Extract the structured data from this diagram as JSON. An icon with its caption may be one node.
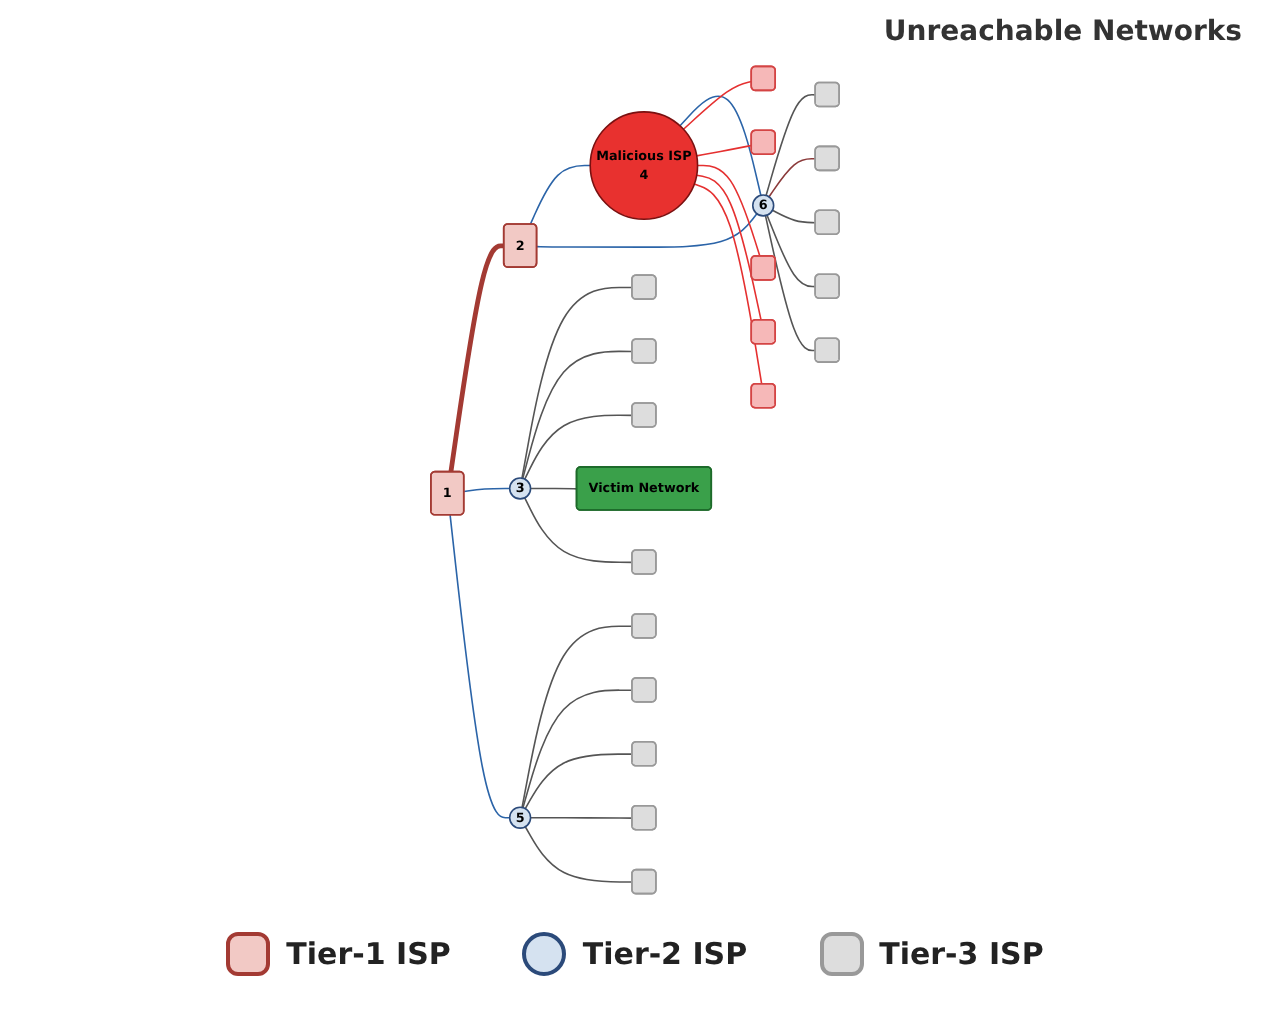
{
  "diagram": {
    "nodes": [
      {
        "text": [
          "1"
        ]
      },
      {
        "text": [
          "2"
        ]
      },
      {
        "text": [
          "3"
        ]
      },
      {
        "text": [
          "Malicious ISP",
          "4"
        ]
      },
      {
        "text": [
          "5"
        ]
      },
      {
        "text": [
          "6"
        ]
      },
      {
        "text": [],
        "shape": "box"
      },
      {
        "text": [],
        "shape": "box"
      },
      {
        "text": [],
        "shape": "box"
      },
      {
        "text": [
          "Victim Network"
        ]
      },
      {
        "text": [],
        "shape": "box"
      },
      {
        "text": [],
        "shape": "box"
      },
      {
        "text": [],
        "shape": "box"
      },
      {
        "text": [],
        "shape": "box"
      },
      {
        "text": [],
        "shape": "box"
      },
      {
        "text": [],
        "shape": "box"
      },
      {
        "text": [],
        "shape": "box"
      },
      {
        "text": [],
        "shape": "box"
      },
      {
        "text": [],
        "shape": "box"
      },
      {
        "text": [],
        "shape": "box"
      },
      {
        "text": [],
        "shape": "box"
      },
      {
        "text": [],
        "shape": "box"
      },
      {
        "text": [],
        "shape": "box"
      },
      {
        "text": [],
        "shape": "box"
      },
      {
        "text": [],
        "shape": "box"
      },
      {
        "text": [],
        "shape": "box"
      }
    ],
    "edges": [
      {
        "from": 0,
        "to": 1,
        "arrow": "none",
        "style": "thick",
        "color": "#a33a33"
      },
      {
        "from": 0,
        "to": 2,
        "arrow": "none",
        "color": "#2b64a8"
      },
      {
        "from": 0,
        "to": 4,
        "arrow": "none",
        "color": "#2b64a8"
      },
      {
        "from": 1,
        "to": 3,
        "arrow": "none",
        "color": "#2b64a8"
      },
      {
        "from": 1,
        "to": 5,
        "arrow": "none",
        "color": "#2b64a8"
      },
      {
        "from": 3,
        "to": 5,
        "arrow": "none",
        "color": "#2b64a8"
      },
      {
        "from": 2,
        "to": 6,
        "arrow": "none"
      },
      {
        "from": 2,
        "to": 7,
        "arrow": "none"
      },
      {
        "from": 2,
        "to": 8,
        "arrow": "none"
      },
      {
        "from": 2,
        "to": 9,
        "arrow": "none"
      },
      {
        "from": 2,
        "to": 10,
        "arrow": "none"
      },
      {
        "from": 3,
        "to": 11,
        "arrow": "none",
        "color": "#e53030"
      },
      {
        "from": 3,
        "to": 12,
        "arrow": "none",
        "color": "#e53030"
      },
      {
        "from": 3,
        "to": 13,
        "arrow": "none",
        "color": "#e53030"
      },
      {
        "from": 3,
        "to": 14,
        "arrow": "none",
        "color": "#e53030"
      },
      {
        "from": 3,
        "to": 15,
        "arrow": "none",
        "color": "#e53030"
      },
      {
        "from": 4,
        "to": 16,
        "arrow": "none"
      },
      {
        "from": 4,
        "to": 17,
        "arrow": "none"
      },
      {
        "from": 4,
        "to": 18,
        "arrow": "none"
      },
      {
        "from": 4,
        "to": 19,
        "arrow": "none"
      },
      {
        "from": 4,
        "to": 20,
        "arrow": "none"
      },
      {
        "from": 5,
        "to": 21,
        "arrow": "none"
      },
      {
        "from": 5,
        "to": 22,
        "arrow": "none",
        "color": "#8b3a3a"
      },
      {
        "from": 5,
        "to": 23,
        "arrow": "none"
      },
      {
        "from": 5,
        "to": 24,
        "arrow": "none"
      },
      {
        "from": 5,
        "to": 25,
        "arrow": "none"
      }
    ],
    "labels": [
      "Unreachable Networks"
    ],
    "legend": [
      {
        "text": "Tier-1 ISP"
      },
      {
        "text": "Tier-2 ISP"
      },
      {
        "text": "Tier-3 ISP"
      }
    ]
  }
}
